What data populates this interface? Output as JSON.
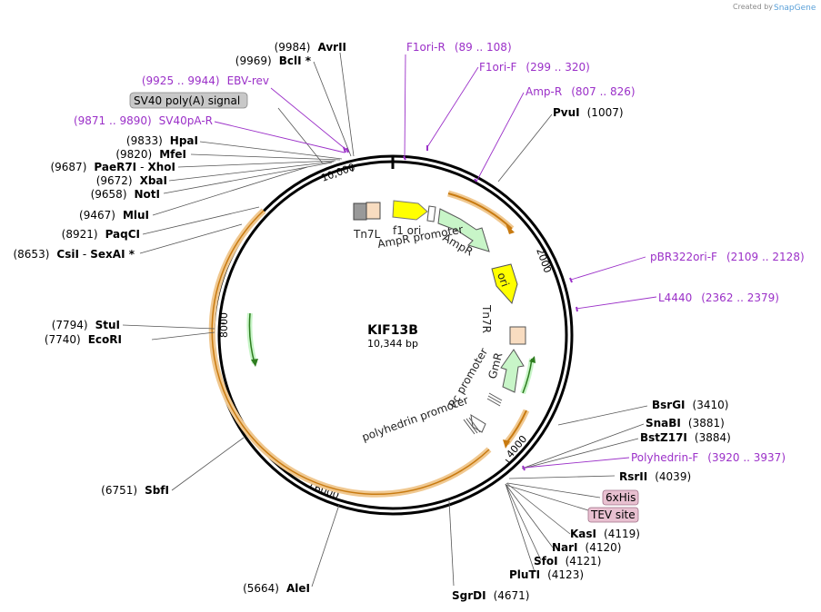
{
  "plasmid": {
    "name": "KIF13B",
    "length_label": "10,344 bp"
  },
  "credit": {
    "created_by": "Created by",
    "brand": "SnapGene"
  },
  "ticks": [
    "10,000",
    "2000",
    "4000",
    "6000",
    "8000"
  ],
  "restriction_sites": [
    {
      "name": "AvrII",
      "pos": "(9984)"
    },
    {
      "name": "BclI *",
      "pos": "(9969)"
    },
    {
      "name": "HpaI",
      "pos": "(9833)"
    },
    {
      "name": "MfeI",
      "pos": "(9820)"
    },
    {
      "name": "PaeR7I",
      "name2": "XhoI",
      "pos": "(9687)"
    },
    {
      "name": "XbaI",
      "pos": "(9672)"
    },
    {
      "name": "NotI",
      "pos": "(9658)"
    },
    {
      "name": "MluI",
      "pos": "(9467)"
    },
    {
      "name": "PaqCI",
      "pos": "(8921)"
    },
    {
      "name": "CsiI",
      "name2": "SexAI *",
      "pos": "(8653)"
    },
    {
      "name": "StuI",
      "pos": "(7794)"
    },
    {
      "name": "EcoRI",
      "pos": "(7740)"
    },
    {
      "name": "SbfI",
      "pos": "(6751)"
    },
    {
      "name": "AleI",
      "pos": "(5664)"
    },
    {
      "name": "SgrDI",
      "pos": "(4671)"
    },
    {
      "name": "PluTI",
      "pos": "(4123)"
    },
    {
      "name": "SfoI",
      "pos": "(4121)"
    },
    {
      "name": "NarI",
      "pos": "(4120)"
    },
    {
      "name": "KasI",
      "pos": "(4119)"
    },
    {
      "name": "RsrII",
      "pos": "(4039)"
    },
    {
      "name": "BstZ17I",
      "pos": "(3884)"
    },
    {
      "name": "SnaBI",
      "pos": "(3881)"
    },
    {
      "name": "BsrGI",
      "pos": "(3410)"
    },
    {
      "name": "PvuI",
      "pos": "(1007)"
    }
  ],
  "primers": [
    {
      "name": "F1ori-R",
      "range": "(89 .. 108)"
    },
    {
      "name": "F1ori-F",
      "range": "(299 .. 320)"
    },
    {
      "name": "Amp-R",
      "range": "(807 .. 826)"
    },
    {
      "name": "pBR322ori-F",
      "range": "(2109 .. 2128)"
    },
    {
      "name": "L4440",
      "range": "(2362 .. 2379)"
    },
    {
      "name": "Polyhedrin-F",
      "range": "(3920 .. 3937)"
    },
    {
      "name": "EBV-rev",
      "range": "(9925 .. 9944)"
    },
    {
      "name": "SV40pA-R",
      "range": "(9871 .. 9890)"
    }
  ],
  "boxed_features": [
    "SV40 poly(A) signal",
    "6xHis",
    "TEV site"
  ],
  "features": {
    "tn7l": "Tn7L",
    "f1ori": "f1 ori",
    "ampr_promoter": "AmpR promoter",
    "ampr": "AmpR",
    "ori": "ori",
    "tn7r": "Tn7R",
    "gmr": "GmR",
    "pc_promoter": "Pc promoter",
    "polyhedrin_promoter": "polyhedrin promoter"
  },
  "colors": {
    "primer": "#9b30c8",
    "orf_arc": "#f0c890",
    "orf_arrow": "#c87a10",
    "gmr_arrow": "#2e7d1f",
    "ampr_fill": "#c8f5c8",
    "ori_fill": "#ffff00",
    "f1ori_fill": "#ffff00",
    "tn7_fill": "#f8dcc0",
    "gray_box": "#c8c8c8",
    "pink_box": "#e8c0d0"
  }
}
